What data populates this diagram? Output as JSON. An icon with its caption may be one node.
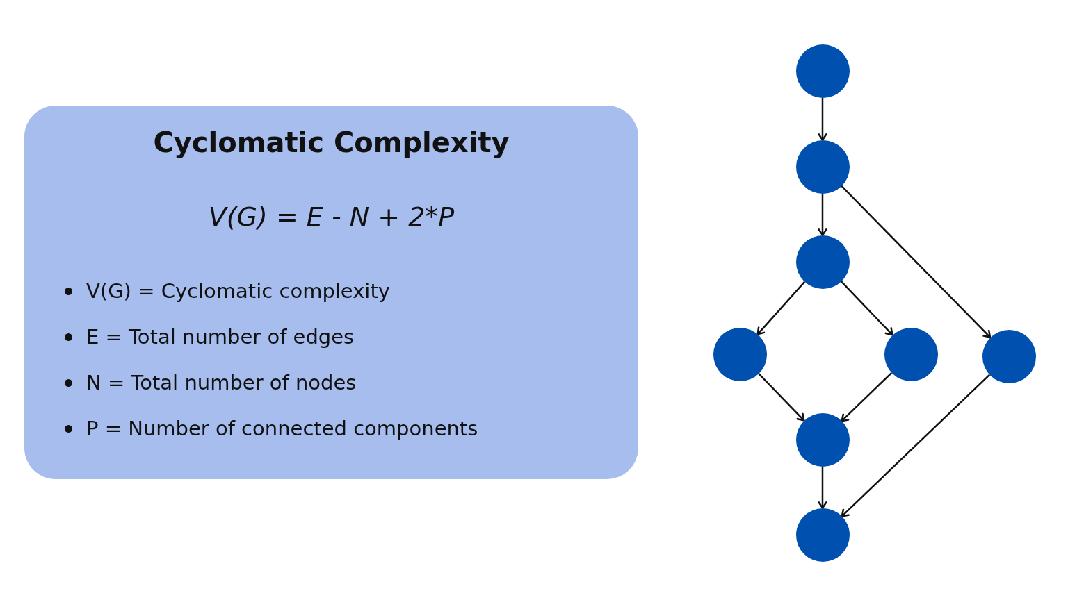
{
  "diagram": {
    "nodes": [
      {
        "text": [
          "Cyclomatic Complexity",
          "V(G) = E - N + 2*P",
          "V(G) = Cyclomatic complexity",
          "E = Total number of edges",
          "N = Total number of nodes",
          "P = Number of connected components"
        ]
      },
      {
        "text": [],
        "shape": "circle"
      },
      {
        "text": [],
        "shape": "circle"
      },
      {
        "text": [],
        "shape": "circle"
      },
      {
        "text": [],
        "shape": "circle"
      },
      {
        "text": [],
        "shape": "circle"
      },
      {
        "text": [],
        "shape": "circle"
      },
      {
        "text": [],
        "shape": "circle"
      },
      {
        "text": [],
        "shape": "circle"
      }
    ],
    "edges": [
      {
        "from": 1,
        "to": 2,
        "arrow": "to"
      },
      {
        "from": 2,
        "to": 3,
        "arrow": "to"
      },
      {
        "from": 2,
        "to": 6,
        "arrow": "to"
      },
      {
        "from": 3,
        "to": 4,
        "arrow": "to"
      },
      {
        "from": 3,
        "to": 5,
        "arrow": "to"
      },
      {
        "from": 4,
        "to": 7,
        "arrow": "to"
      },
      {
        "from": 5,
        "to": 7,
        "arrow": "to"
      },
      {
        "from": 7,
        "to": 8,
        "arrow": "to"
      },
      {
        "from": 6,
        "to": 8,
        "arrow": "to"
      }
    ]
  }
}
